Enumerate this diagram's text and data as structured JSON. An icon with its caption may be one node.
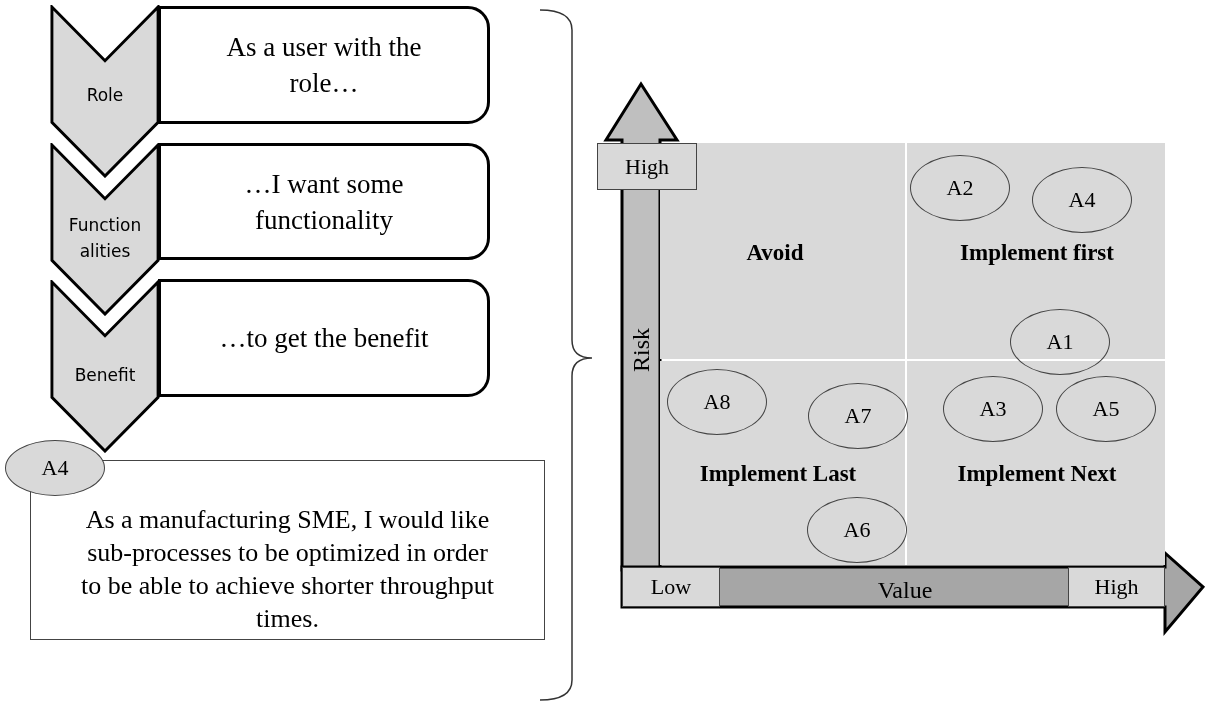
{
  "diagram": {
    "nodes": [
      {
        "text": [
          "Role"
        ]
      },
      {
        "text": [
          "As a user with the role…"
        ]
      },
      {
        "text": [
          "Function alities"
        ]
      },
      {
        "text": [
          "…I want some functionality"
        ]
      },
      {
        "text": [
          "Benefit"
        ]
      },
      {
        "text": [
          "…to get the benefit"
        ]
      },
      {
        "text": [
          "As a manufacturing SME, I would like sub-processes to be optimized in order to be able to achieve shorter throughput times."
        ]
      },
      {
        "text": [
          "A4"
        ]
      },
      {
        "text": [
          "High"
        ]
      },
      {
        "text": [
          "Avoid"
        ]
      },
      {
        "text": [
          "Implement first"
        ]
      },
      {
        "text": [
          "A2"
        ],
        "in": 10
      },
      {
        "text": [
          "A4"
        ],
        "in": 10
      },
      {
        "text": [
          "A1"
        ]
      },
      {
        "text": [
          "Implement Last"
        ]
      },
      {
        "text": [
          "A8"
        ],
        "in": 14
      },
      {
        "text": [
          "A7"
        ],
        "in": 14
      },
      {
        "text": [
          "A6"
        ],
        "in": 14
      },
      {
        "text": [
          "Implement Next"
        ]
      },
      {
        "text": [
          "A3"
        ],
        "in": 18
      },
      {
        "text": [
          "A5"
        ],
        "in": 18
      },
      {
        "text": [
          "Low"
        ]
      },
      {
        "text": [
          "High"
        ]
      }
    ],
    "labels": [
      "Risk",
      "Value"
    ]
  }
}
